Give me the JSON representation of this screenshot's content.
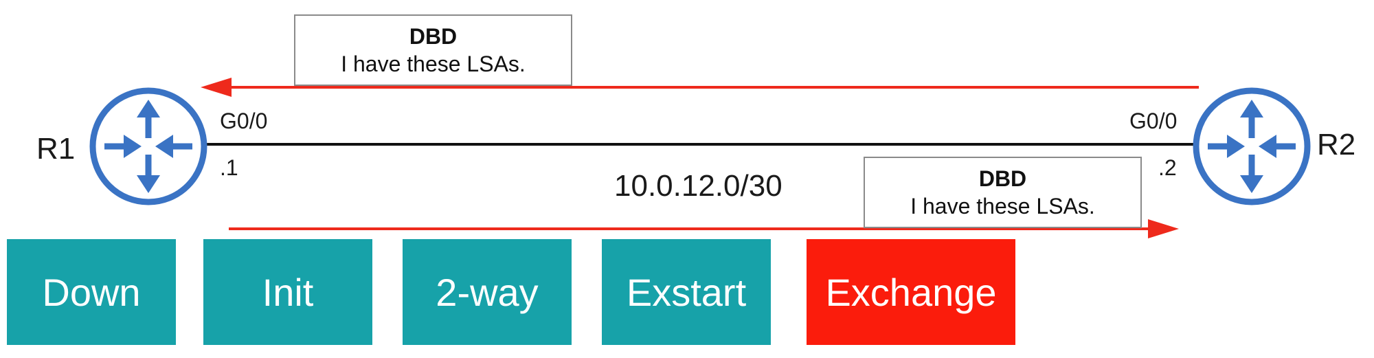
{
  "routers": {
    "r1": {
      "name": "R1",
      "interface": "G0/0",
      "ip_suffix": ".1"
    },
    "r2": {
      "name": "R2",
      "interface": "G0/0",
      "ip_suffix": ".2"
    }
  },
  "link": {
    "subnet": "10.0.12.0/30"
  },
  "messages": {
    "top": {
      "title": "DBD",
      "body": "I have these LSAs.",
      "direction": "R2 to R1"
    },
    "bottom": {
      "title": "DBD",
      "body": "I have these LSAs.",
      "direction": "R1 to R2"
    }
  },
  "states": [
    {
      "label": "Down",
      "active": false
    },
    {
      "label": "Init",
      "active": false
    },
    {
      "label": "2-way",
      "active": false
    },
    {
      "label": "Exstart",
      "active": false
    },
    {
      "label": "Exchange",
      "active": true
    }
  ],
  "colors": {
    "router_blue": "#3a73c4",
    "arrow_red": "#ee2a1c",
    "state_teal": "#17a2a9",
    "state_active_red": "#fb1c0c",
    "link_black": "#111111"
  },
  "icons": {
    "router": "router-icon"
  }
}
